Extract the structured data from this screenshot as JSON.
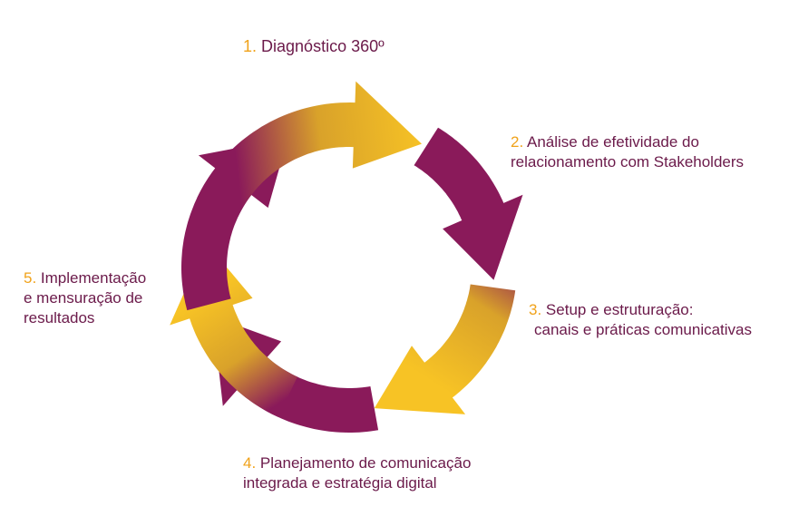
{
  "steps": [
    {
      "number": "1.",
      "lines": [
        "Diagnóstico 360º"
      ]
    },
    {
      "number": "2.",
      "lines": [
        "Análise de efetividade do",
        "relacionamento com Stakeholders"
      ]
    },
    {
      "number": "3.",
      "lines": [
        "Setup e estruturação:",
        "canais e práticas comunicativas"
      ]
    },
    {
      "number": "4.",
      "lines": [
        "Planejamento de comunicação",
        "integrada e estratégia digital"
      ]
    },
    {
      "number": "5.",
      "lines": [
        "Implementação",
        "e mensuração de",
        "resultados"
      ]
    }
  ],
  "colors": {
    "purple": "#8a1a5a",
    "dark_purple": "#6b1a4a",
    "yellow": "#f7c325",
    "orange": "#f0a21a"
  }
}
